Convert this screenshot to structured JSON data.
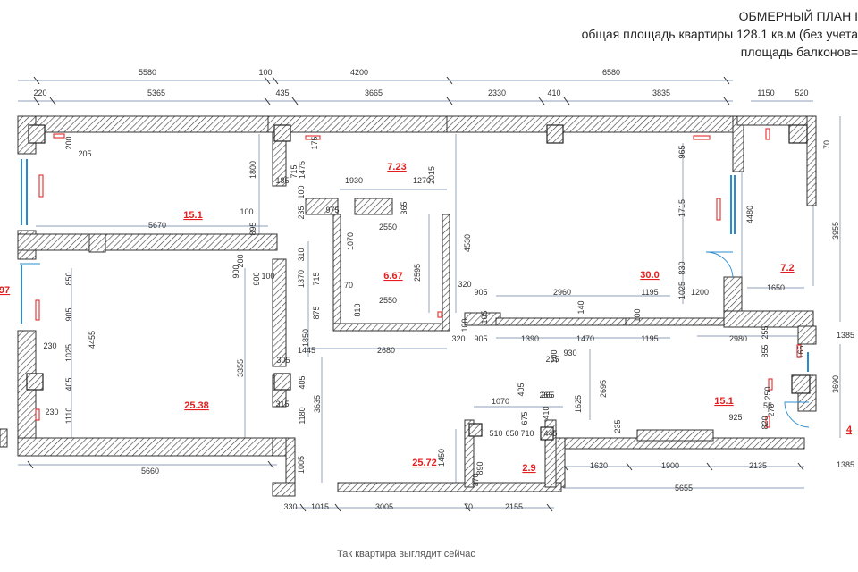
{
  "header": {
    "title": "ОБМЕРНЫЙ ПЛАН I",
    "total_area": "общая площадь квартиры 128.1 кв.м (без учета",
    "balcony_area": "площадь балконов="
  },
  "caption": "Так квартира выглядит сейчас",
  "room_areas": [
    "15.1",
    "7.23",
    "30.0",
    "7.2",
    "6.67",
    "25.38",
    "25.72",
    "2.9",
    "15.1",
    "97",
    "4"
  ],
  "colors": {
    "wall_hatch": "#444444",
    "dimension_line": "#6a7fa0",
    "area_label": "#e41e1e",
    "window": "#2a8ccf",
    "marker": "#e63c3c"
  },
  "dimensions": {
    "top_outer": [
      "5580",
      "100",
      "4200",
      "6580"
    ],
    "top_inner": [
      "220",
      "5365",
      "435",
      "3665",
      "2330",
      "410",
      "3835",
      "1150",
      "520"
    ],
    "right_side": [
      "70",
      "3955",
      "1385",
      "3690",
      "1385"
    ],
    "bottom": [
      "5660",
      "330",
      "1015",
      "3005",
      "70",
      "2155",
      "1620",
      "1900",
      "2135",
      "5655"
    ],
    "room_1": [
      "205",
      "200",
      "1800",
      "5670",
      "100",
      "895"
    ],
    "room_2": [
      "185",
      "715",
      "1475",
      "175",
      "100",
      "1930",
      "1270",
      "2015",
      "975",
      "365",
      "235"
    ],
    "room_3": [
      "2550",
      "1070",
      "310",
      "715",
      "2595",
      "70",
      "810",
      "875",
      "900",
      "1370",
      "2550",
      "4530"
    ],
    "room_4": [
      "965",
      "1715",
      "830",
      "4480",
      "1025",
      "1200",
      "1650",
      "2960",
      "1195",
      "100",
      "140",
      "1195",
      "1470",
      "1390",
      "905",
      "320",
      "100",
      "105",
      "320",
      "905"
    ],
    "room_5": [
      "850",
      "905",
      "1025",
      "4455",
      "405",
      "1110",
      "230",
      "230",
      "3355",
      "900",
      "200",
      "100",
      "1850",
      "1445",
      "2680",
      "305",
      "405",
      "315",
      "1180",
      "3635",
      "1005"
    ],
    "room_6": [
      "2980",
      "855",
      "255",
      "165",
      "250",
      "820",
      "270",
      "235",
      "2695",
      "1625",
      "930",
      "100",
      "405",
      "265",
      "410",
      "675",
      "265",
      "1070",
      "510",
      "650",
      "710",
      "445",
      "1450",
      "890",
      "370",
      "235",
      "925",
      "55"
    ]
  }
}
